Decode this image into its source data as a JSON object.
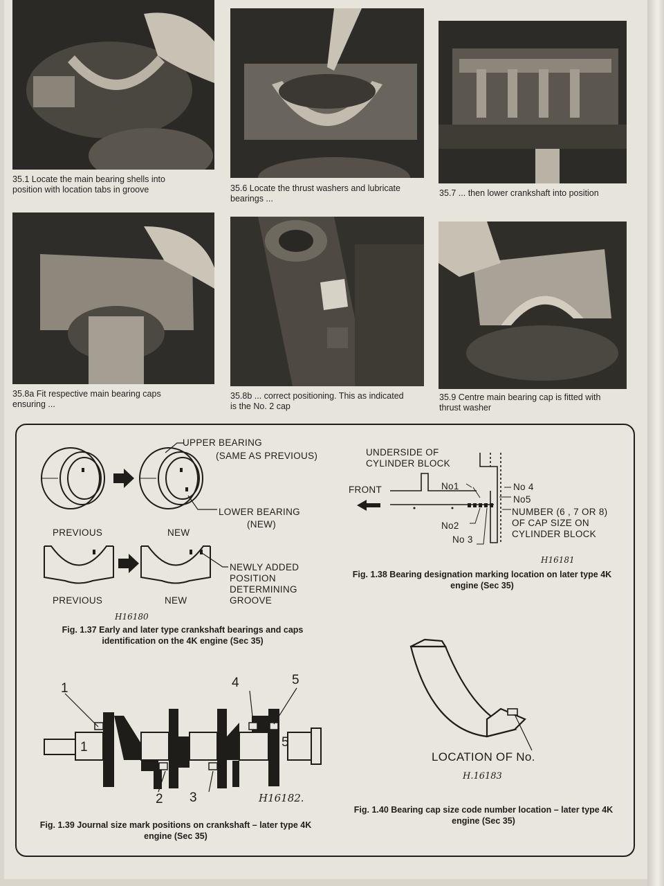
{
  "photos": [
    {
      "id": "35.1",
      "caption": "35.1 Locate the main bearing shells into\nposition with location tabs in groove"
    },
    {
      "id": "35.6",
      "caption": "35.6 Locate the thrust washers and lubricate\nbearings ..."
    },
    {
      "id": "35.7",
      "caption": "35.7 ... then lower crankshaft into position"
    },
    {
      "id": "35.8a",
      "caption": "35.8a Fit respective main bearing caps\nensuring ..."
    },
    {
      "id": "35.8b",
      "caption": "35.8b ... correct positioning. This as indicated\nis the No. 2 cap"
    },
    {
      "id": "35.9",
      "caption": "35.9 Centre main bearing cap is fitted with\nthrust washer"
    }
  ],
  "fig137": {
    "upper_bearing": "UPPER BEARING",
    "same_as_previous": "(SAME AS PREVIOUS)",
    "lower_bearing": "LOWER BEARING",
    "new_paren": "(NEW)",
    "previous": "PREVIOUS",
    "new": "NEW",
    "previous2": "PREVIOUS",
    "new2": "NEW",
    "groove": "NEWLY ADDED\nPOSITION\nDETERMINING\nGROOVE",
    "ref": "H16180",
    "caption": "Fig. 1.37 Early and later type crankshaft bearings and caps\nidentification on the 4K engine (Sec 35)"
  },
  "fig138": {
    "underside": "UNDERSIDE OF\nCYLINDER BLOCK",
    "front": "FRONT",
    "no1": "No1",
    "no2": "No2",
    "no3": "No 3",
    "no4": "No 4",
    "no5": "No5",
    "number": "NUMBER (6 , 7 OR 8)\nOF CAP SIZE ON\nCYLINDER BLOCK",
    "ref": "H16181",
    "caption": "Fig. 1.38 Bearing designation marking location on later type 4K\nengine (Sec 35)"
  },
  "fig139": {
    "callouts": [
      "1",
      "2",
      "3",
      "4",
      "5"
    ],
    "journals": [
      "1",
      "2",
      "3",
      "4",
      "5"
    ],
    "ref": "H16182.",
    "caption": "Fig. 1.39 Journal size mark positions on crankshaft – later type 4K\nengine (Sec 35)"
  },
  "fig140": {
    "location": "LOCATION OF No.",
    "ref": "H.16183",
    "caption": "Fig. 1.40 Bearing cap size code number location – later type 4K\nengine (Sec 35)"
  }
}
